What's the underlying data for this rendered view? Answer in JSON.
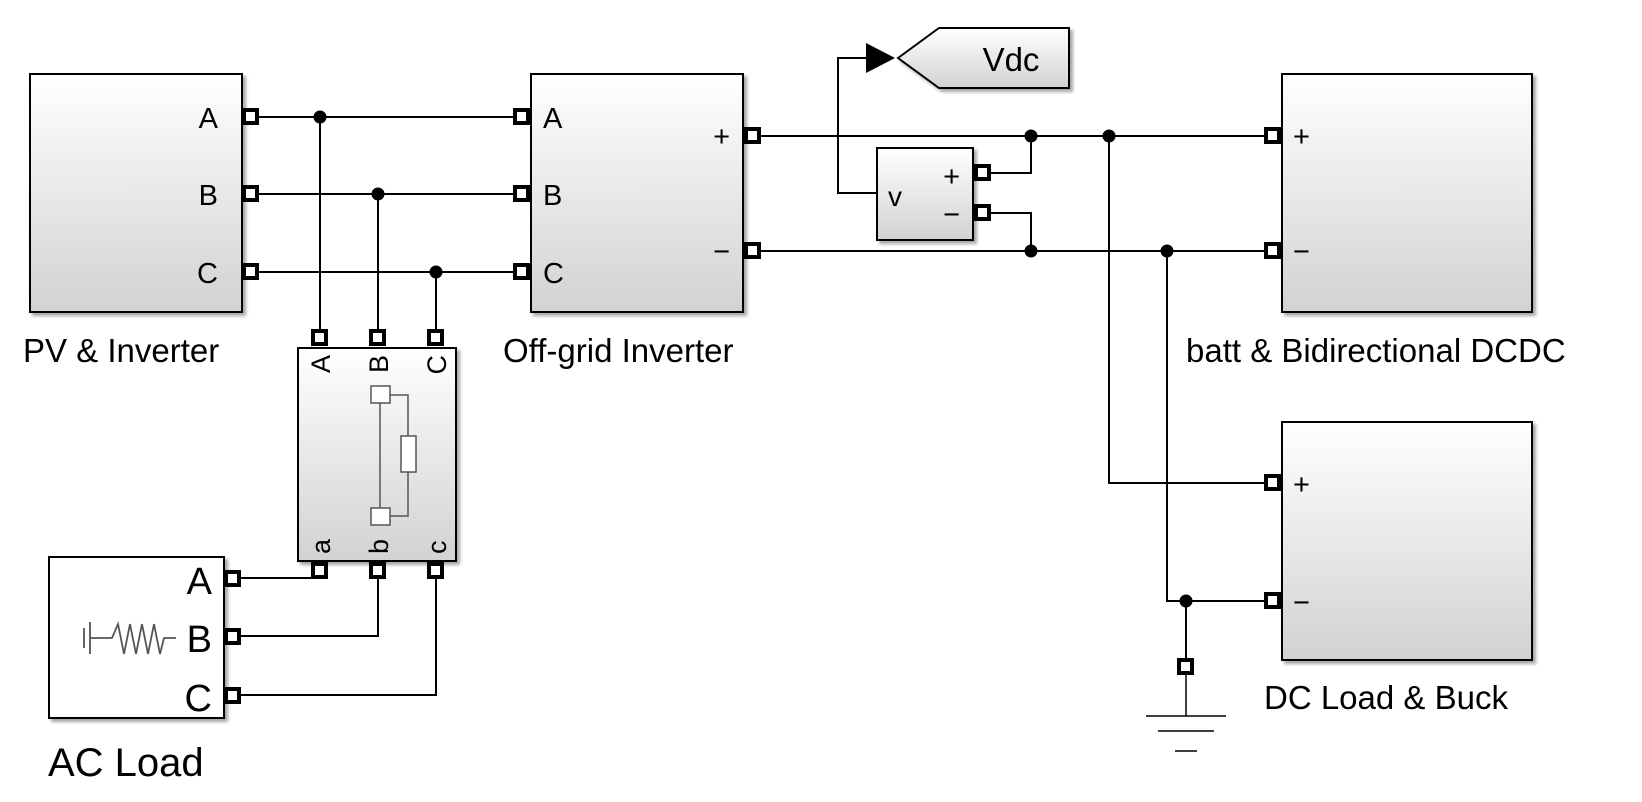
{
  "blocks": {
    "pv_inverter": {
      "name": "PV & Inverter",
      "ports": [
        "A",
        "B",
        "C"
      ]
    },
    "offgrid_inverter": {
      "name": "Off-grid Inverter",
      "ports_in": [
        "A",
        "B",
        "C"
      ],
      "ports_out": [
        "+",
        "−"
      ]
    },
    "three_phase_breaker": {
      "ports_top": [
        "A",
        "B",
        "C"
      ],
      "ports_bottom": [
        "a",
        "b",
        "c"
      ]
    },
    "ac_load": {
      "name": "AC Load",
      "ports": [
        "A",
        "B",
        "C"
      ]
    },
    "voltage_measurement": {
      "label": "v",
      "ports": [
        "+",
        "−"
      ]
    },
    "goto_tag": {
      "label": "Vdc"
    },
    "batt_dcdc": {
      "name": "batt & Bidirectional DCDC",
      "ports": [
        "+",
        "−"
      ]
    },
    "dc_load_buck": {
      "name": "DC Load & Buck",
      "ports": [
        "+",
        "−"
      ]
    },
    "ground": {}
  },
  "colors": {
    "block_top": "#ffffff",
    "block_bottom": "#d4d4d4",
    "line": "#000000",
    "background": "#ffffff"
  }
}
